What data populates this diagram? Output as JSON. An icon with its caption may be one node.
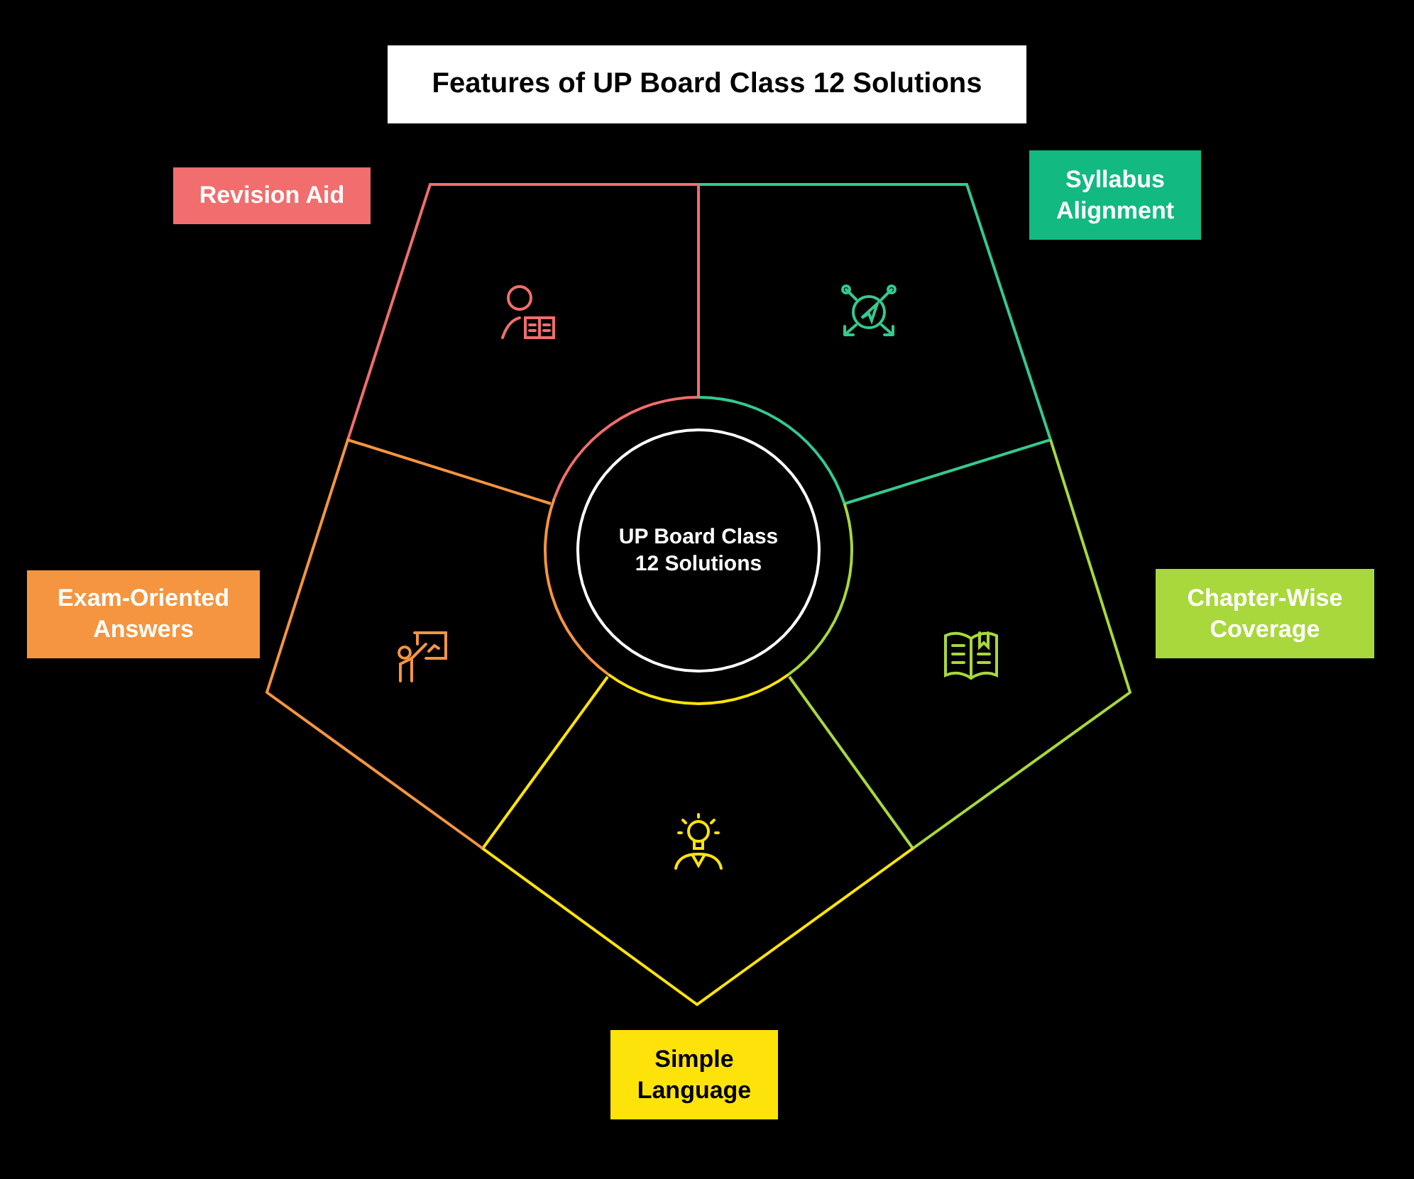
{
  "diagram": {
    "title": "Features of UP Board Class 12 Solutions",
    "nodes": [
      {
        "text": [
          "UP Board Class 12 Solutions"
        ]
      },
      {
        "text": [
          "Revision Aid"
        ]
      },
      {
        "text": [
          "Syllabus Alignment"
        ]
      },
      {
        "text": [
          "Exam-Oriented Answers"
        ]
      },
      {
        "text": [
          "Chapter-Wise Coverage"
        ]
      },
      {
        "text": [
          "Simple Language"
        ]
      }
    ]
  }
}
